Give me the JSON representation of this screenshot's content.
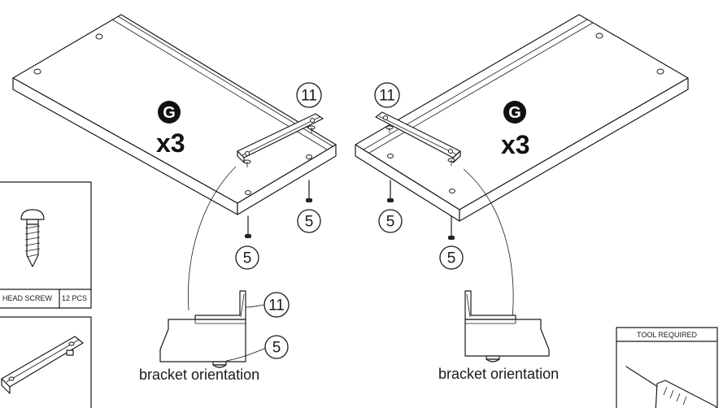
{
  "left_panel": {
    "part_badge": "G",
    "quantity": "x3",
    "bracket_callout": "11",
    "screw_callout_a": "5",
    "screw_callout_b": "5"
  },
  "right_panel": {
    "part_badge": "G",
    "quantity": "x3",
    "bracket_callout": "11",
    "screw_callout_a": "5",
    "screw_callout_b": "5"
  },
  "left_detail": {
    "bracket_callout": "11",
    "screw_callout": "5",
    "caption": "bracket orientation"
  },
  "right_detail": {
    "caption": "bracket orientation"
  },
  "hardware_box": {
    "name": "HEAD SCREW",
    "count": "12 PCS"
  },
  "tool_box": {
    "title": "TOOL REQUIRED",
    "tool_icon": "phillips-screwdriver-icon"
  }
}
